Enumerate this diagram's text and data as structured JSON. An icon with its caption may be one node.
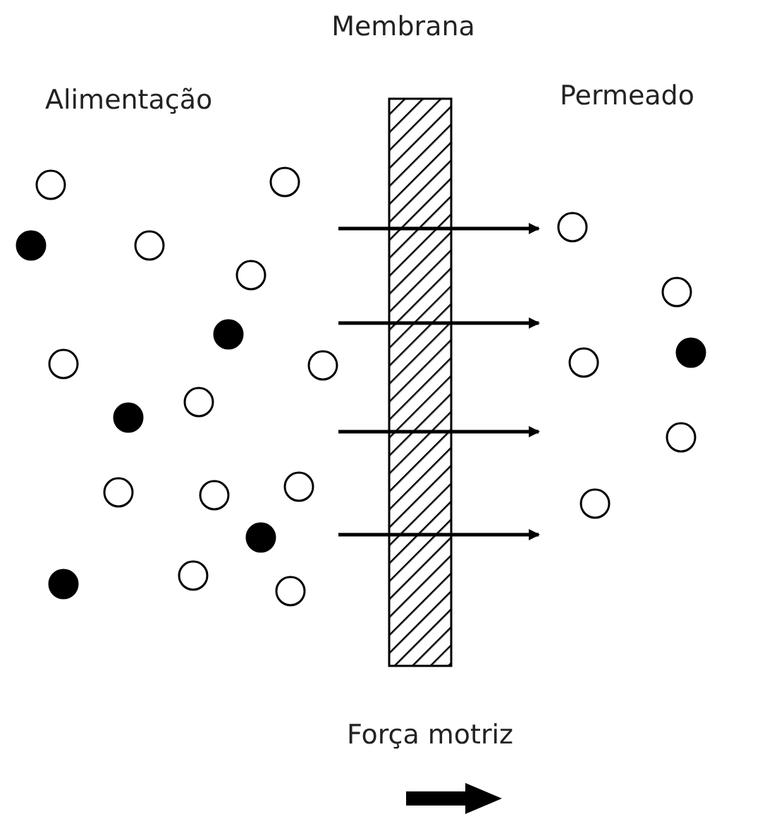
{
  "diagram": {
    "labels": [
      "Membrana",
      "Alimentação",
      "Permeado",
      "Força motriz"
    ]
  }
}
